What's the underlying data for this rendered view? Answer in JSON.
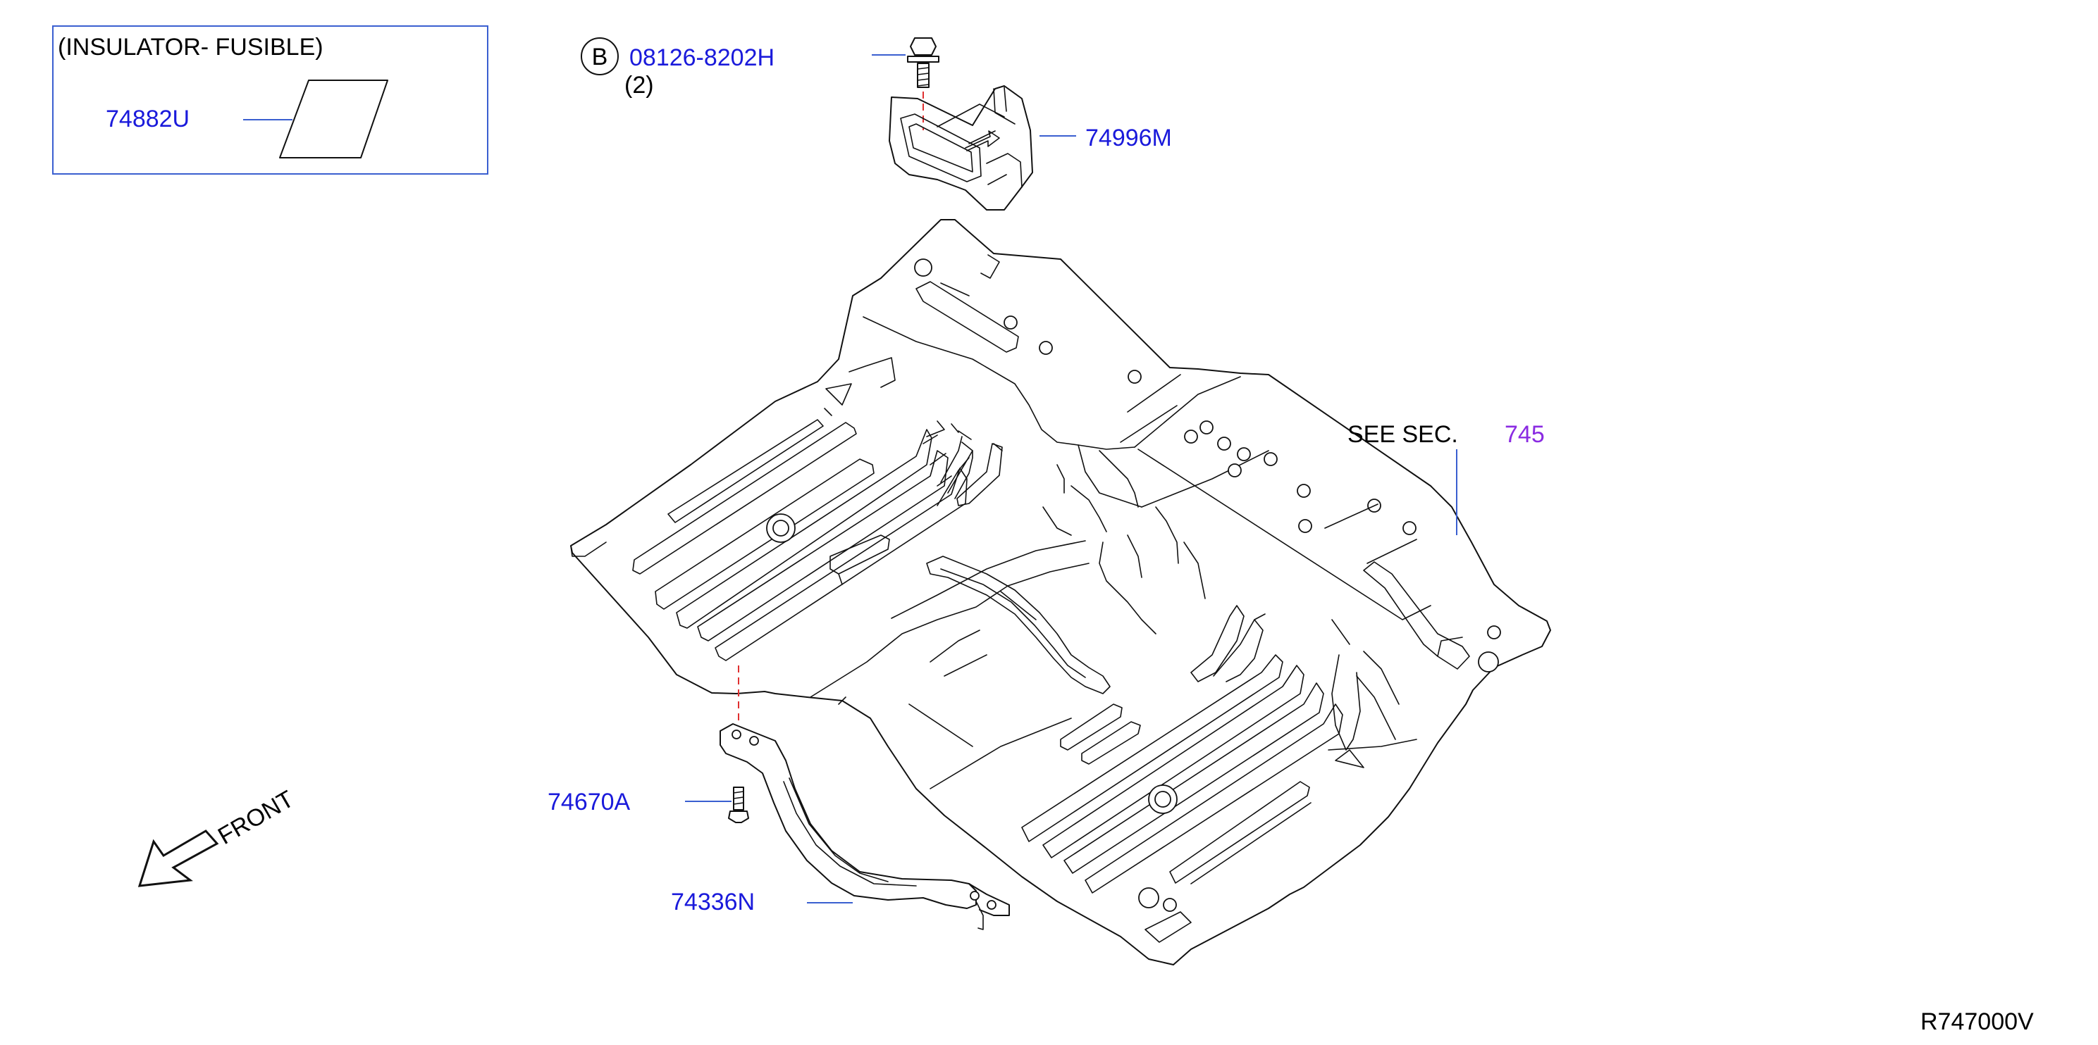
{
  "inset": {
    "title": "(INSULATOR-   FUSIBLE)",
    "part": "74882U"
  },
  "bolt": {
    "badge": "B",
    "part": "08126-8202H",
    "qty": "(2)"
  },
  "parts": {
    "bracket_top": "74996M",
    "clip": "74670A",
    "bracket_lower": "74336N"
  },
  "see_sec": {
    "prefix": "SEE   SEC.",
    "number": "745"
  },
  "front_label": "FRONT",
  "diagram_code": "R747000V",
  "colors": {
    "part_number": "#1a1adb",
    "section_ref": "#8a2be2",
    "leader": "#3a5fd0",
    "dash_line": "#e03030",
    "inset_border": "#3a5fd0"
  }
}
